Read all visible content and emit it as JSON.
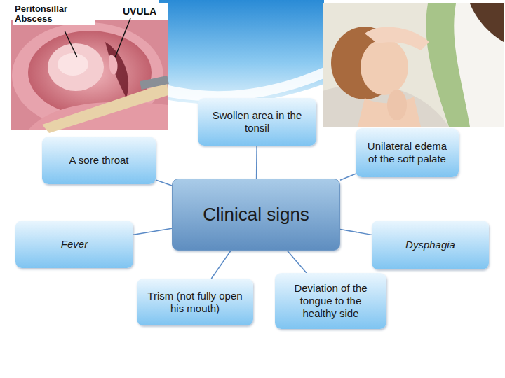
{
  "diagram": {
    "nodes": [
      {
        "text": [
          "Swollen area in the tonsil"
        ]
      },
      {
        "text": [
          "A sore throat"
        ]
      },
      {
        "text": [
          "Unilateral edema of the soft palate"
        ]
      },
      {
        "text": [
          "Clinical signs"
        ]
      },
      {
        "text": [
          "Fever"
        ]
      },
      {
        "text": [
          "Dysphagia"
        ]
      },
      {
        "text": [
          "Trism (not fully open his mouth)"
        ]
      },
      {
        "text": [
          "Deviation of the tongue to the healthy side"
        ]
      }
    ],
    "edges": [
      {
        "from": 3,
        "to": 0,
        "arrow": "none"
      },
      {
        "from": 3,
        "to": 1,
        "arrow": "none"
      },
      {
        "from": 3,
        "to": 2,
        "arrow": "none"
      },
      {
        "from": 3,
        "to": 4,
        "arrow": "none"
      },
      {
        "from": 3,
        "to": 5,
        "arrow": "none"
      },
      {
        "from": 3,
        "to": 6,
        "arrow": "none"
      },
      {
        "from": 3,
        "to": 7,
        "arrow": "none"
      }
    ],
    "labels": [
      "Peritonsillar Abscess",
      "UVULA"
    ]
  }
}
